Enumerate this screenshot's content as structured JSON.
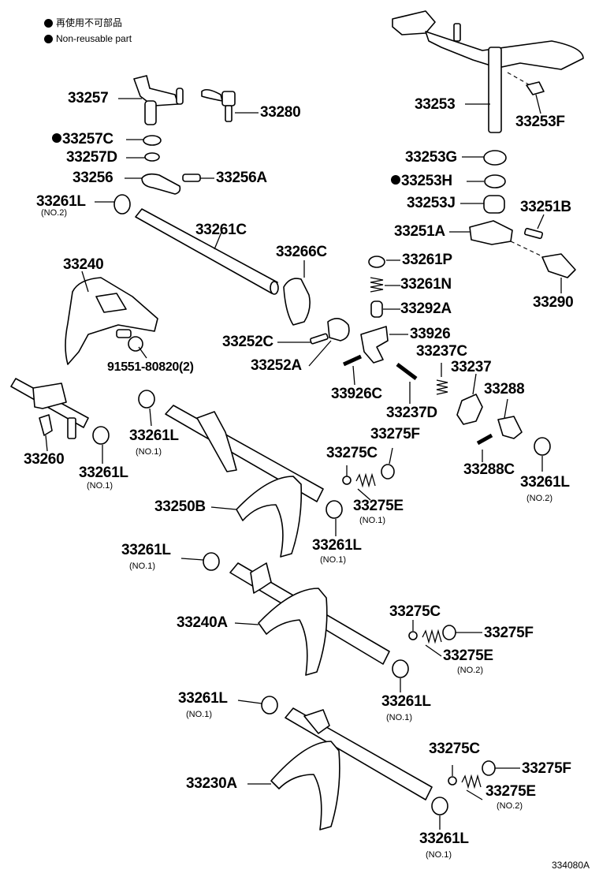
{
  "legend": {
    "jp": "再使用不可部品",
    "en": "Non-reusable part"
  },
  "diagram_code": "334080A",
  "labels": [
    {
      "id": "33257",
      "text": "33257"
    },
    {
      "id": "33280",
      "text": "33280"
    },
    {
      "id": "33257C",
      "text": "33257C",
      "nonreusable": true
    },
    {
      "id": "33257D",
      "text": "33257D"
    },
    {
      "id": "33256",
      "text": "33256"
    },
    {
      "id": "33256A",
      "text": "33256A"
    },
    {
      "id": "33261L-a",
      "text": "33261L",
      "note": "(NO.2)"
    },
    {
      "id": "33261C",
      "text": "33261C"
    },
    {
      "id": "33240",
      "text": "33240"
    },
    {
      "id": "33266C",
      "text": "33266C"
    },
    {
      "id": "33252C",
      "text": "33252C"
    },
    {
      "id": "33252A",
      "text": "33252A"
    },
    {
      "id": "91551",
      "text": "91551-80820(2)"
    },
    {
      "id": "33253",
      "text": "33253"
    },
    {
      "id": "33253F",
      "text": "33253F"
    },
    {
      "id": "33253G",
      "text": "33253G"
    },
    {
      "id": "33253H",
      "text": "33253H",
      "nonreusable": true
    },
    {
      "id": "33253J",
      "text": "33253J"
    },
    {
      "id": "33251B",
      "text": "33251B"
    },
    {
      "id": "33251A",
      "text": "33251A"
    },
    {
      "id": "33261P",
      "text": "33261P"
    },
    {
      "id": "33261N",
      "text": "33261N"
    },
    {
      "id": "33290",
      "text": "33290"
    },
    {
      "id": "33292A",
      "text": "33292A"
    },
    {
      "id": "33926",
      "text": "33926"
    },
    {
      "id": "33237C",
      "text": "33237C"
    },
    {
      "id": "33237",
      "text": "33237"
    },
    {
      "id": "33288",
      "text": "33288"
    },
    {
      "id": "33926C",
      "text": "33926C"
    },
    {
      "id": "33237D",
      "text": "33237D"
    },
    {
      "id": "33260",
      "text": "33260"
    },
    {
      "id": "33261L-b",
      "text": "33261L",
      "note": "(NO.1)"
    },
    {
      "id": "33261L-c",
      "text": "33261L",
      "note": "(NO.1)"
    },
    {
      "id": "33275F-a",
      "text": "33275F"
    },
    {
      "id": "33275C-a",
      "text": "33275C"
    },
    {
      "id": "33288C",
      "text": "33288C"
    },
    {
      "id": "33261L-d",
      "text": "33261L",
      "note": "(NO.2)"
    },
    {
      "id": "33250B",
      "text": "33250B"
    },
    {
      "id": "33275E-a",
      "text": "33275E",
      "note": "(NO.1)"
    },
    {
      "id": "33261L-e",
      "text": "33261L",
      "note": "(NO.1)"
    },
    {
      "id": "33261L-f",
      "text": "33261L",
      "note": "(NO.1)"
    },
    {
      "id": "33275C-b",
      "text": "33275C"
    },
    {
      "id": "33240A",
      "text": "33240A"
    },
    {
      "id": "33275F-b",
      "text": "33275F"
    },
    {
      "id": "33275E-b",
      "text": "33275E",
      "note": "(NO.2)"
    },
    {
      "id": "33261L-g",
      "text": "33261L",
      "note": "(NO.1)"
    },
    {
      "id": "33261L-h",
      "text": "33261L",
      "note": "(NO.1)"
    },
    {
      "id": "33275C-c",
      "text": "33275C"
    },
    {
      "id": "33275F-c",
      "text": "33275F"
    },
    {
      "id": "33230A",
      "text": "33230A"
    },
    {
      "id": "33275E-c",
      "text": "33275E",
      "note": "(NO.2)"
    },
    {
      "id": "33261L-i",
      "text": "33261L",
      "note": "(NO.1)"
    }
  ]
}
